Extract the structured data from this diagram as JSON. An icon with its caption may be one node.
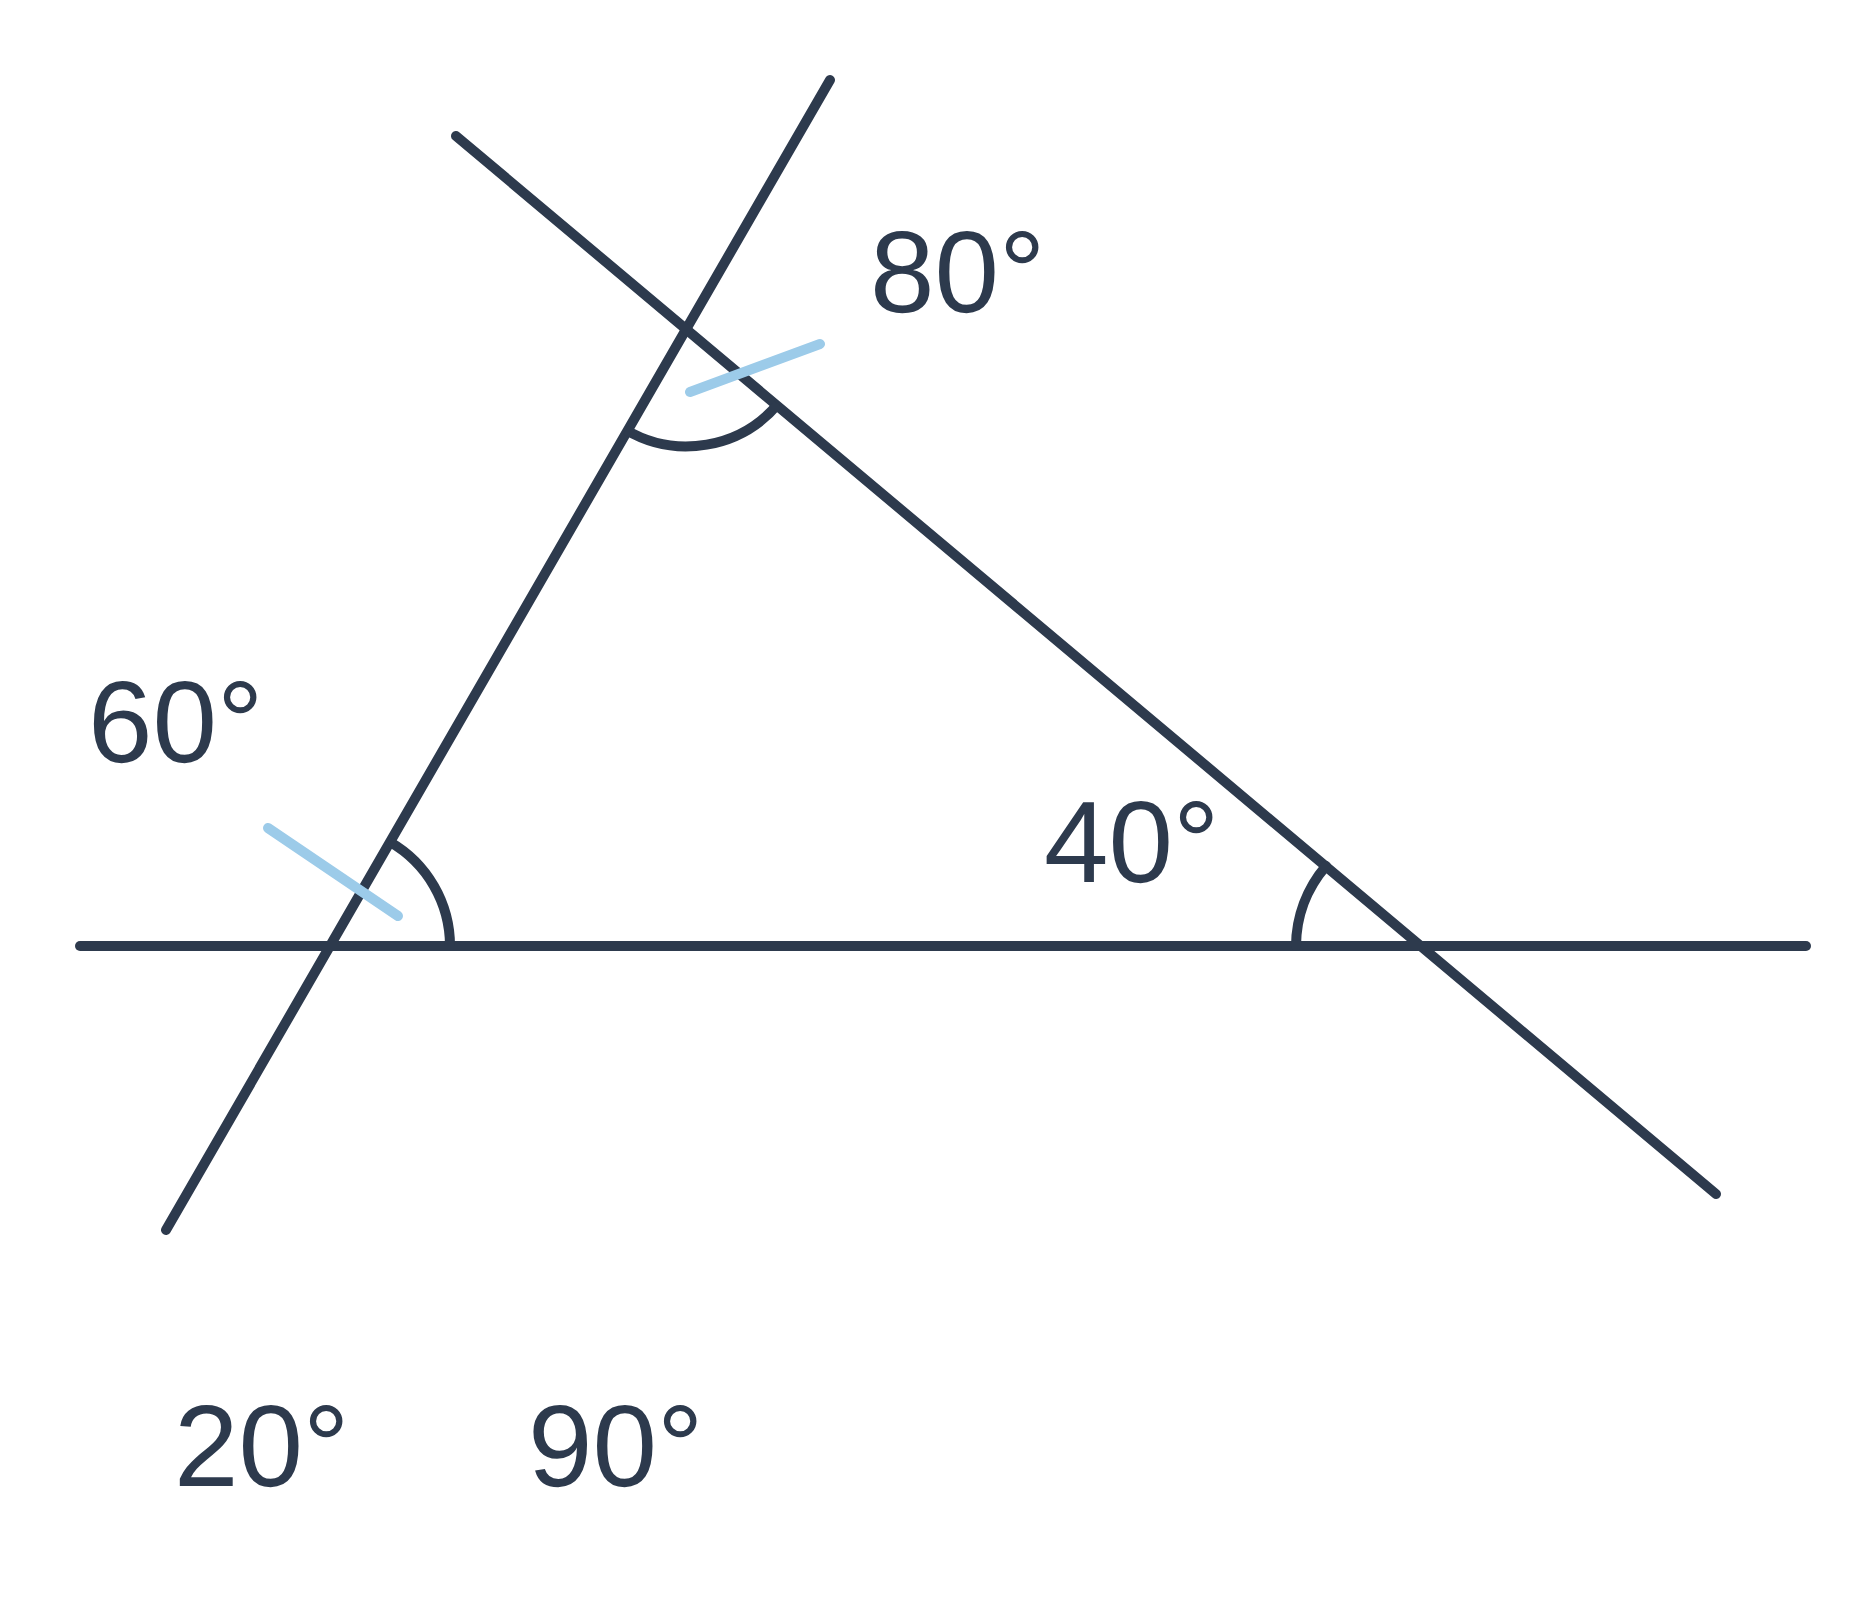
{
  "diagram": {
    "nodes": [
      {
        "text": [
          "80°"
        ]
      },
      {
        "text": [],
        "shape": "arc"
      },
      {
        "text": [
          "60°"
        ]
      },
      {
        "text": [],
        "shape": "arc"
      }
    ],
    "edges": [
      {
        "from": 0,
        "to": 1,
        "arrow": "none",
        "color": "#9ccbe9"
      },
      {
        "from": 2,
        "to": 3,
        "arrow": "none",
        "color": "#9ccbe9"
      }
    ],
    "labels": [
      "40°",
      "20°",
      "90°"
    ]
  }
}
